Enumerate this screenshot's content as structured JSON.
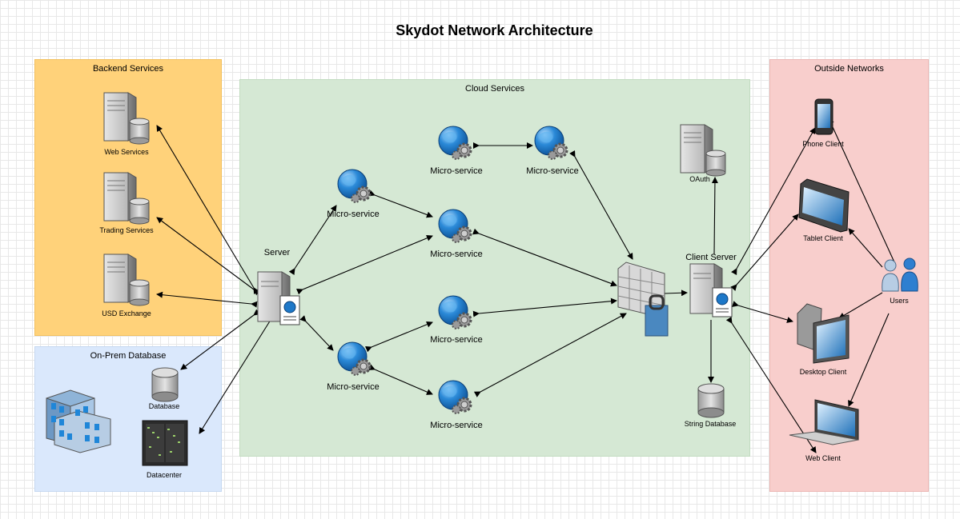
{
  "title": "Skydot Network Architecture",
  "groups": {
    "backend": "Backend Services",
    "onprem": "On-Prem Database",
    "cloud": "Cloud Services",
    "outside": "Outside Networks"
  },
  "nodes": {
    "web_services": "Web Services",
    "trading_services": "Trading Services",
    "usd_exchange": "USD Exchange",
    "database": "Database",
    "datacenter": "Datacenter",
    "server": "Server",
    "ms1": "Micro-service",
    "ms2": "Micro-service",
    "ms3": "Micro-service",
    "ms4": "Micro-service",
    "ms5": "Micro-service",
    "ms6": "Micro-service",
    "ms7": "Micro-service",
    "oauth": "OAuth",
    "client_server": "Client Server",
    "string_database": "String Database",
    "phone_client": "Phone Client",
    "tablet_client": "Tablet Client",
    "users": "Users",
    "desktop_client": "Desktop Client",
    "web_client": "Web Client"
  },
  "colors": {
    "backend_fill": "#ffd27a",
    "onprem_fill": "#dae8fc",
    "cloud_fill": "#d5e8d4",
    "outside_fill": "#f8cecc",
    "globe_blue": "#1e78c8",
    "server_gray": "#b8b8b8"
  }
}
